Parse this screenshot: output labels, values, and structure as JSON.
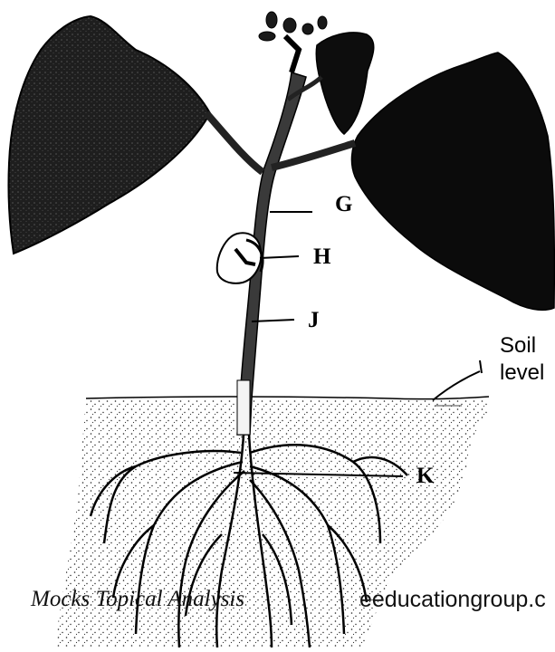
{
  "labels": {
    "g": "G",
    "h": "H",
    "j": "J",
    "k": "K",
    "soil_line1": "Soil",
    "soil_line2": "level"
  },
  "footer": {
    "left": "Mocks Topical Analysis",
    "right": "eeducationgroup.c"
  },
  "colors": {
    "ink": "#000000",
    "leaf_dark": "#111111",
    "leaf_mid": "#2b2b2b",
    "soil_dot": "#222222",
    "paper": "#ffffff"
  }
}
